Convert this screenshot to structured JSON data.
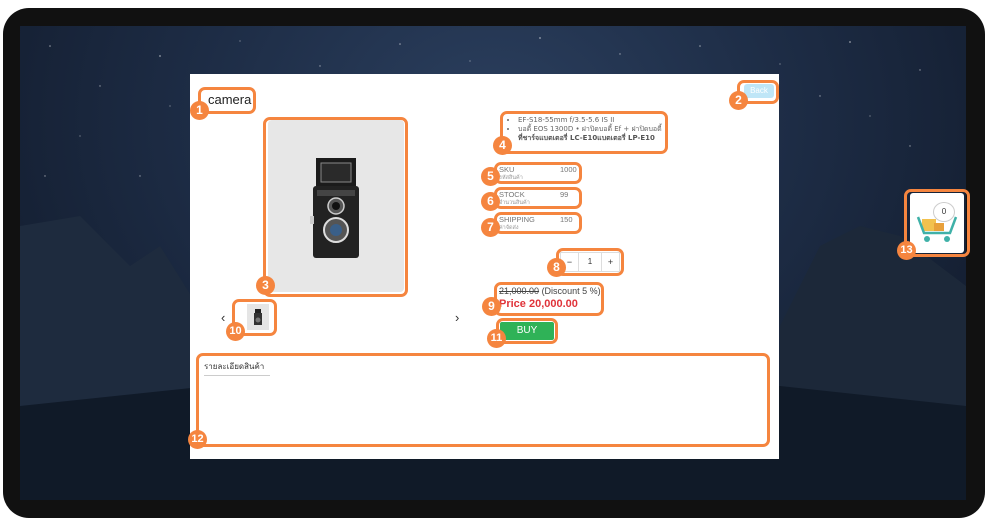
{
  "product": {
    "title": "camera",
    "back_label": "Back",
    "specs": [
      "EF-S18-55mm f/3.5-5.6 IS II",
      "บอดี้ EOS 1300D • ฝาปิดบอดี้ Ef + ฝาปิดบอดี้",
      "ที่ชาร์จแบตเตอรี่ LC-E10แบตเตอรี่ LP-E10"
    ],
    "sku": {
      "label": "SKU",
      "sub": "รหัสสินค้า",
      "value": "1000"
    },
    "stock": {
      "label": "STOCK",
      "sub": "จำนวนสินค้า",
      "value": "99"
    },
    "shipping": {
      "label": "SHIPPING",
      "sub": "ค่าจัดส่ง",
      "value": "150"
    },
    "quantity": {
      "minus": "−",
      "value": "1",
      "plus": "+"
    },
    "old_price": "21,000.00",
    "discount": "(Discount 5 %)",
    "price": "Price 20,000.00",
    "buy_label": "BUY",
    "description_title": "รายละเอียดสินค้า",
    "prev_arrow": "‹",
    "next_arrow": "›"
  },
  "cart": {
    "count": "0",
    "icon": "cart-icon"
  },
  "callouts": [
    "1",
    "2",
    "3",
    "4",
    "5",
    "6",
    "7",
    "8",
    "9",
    "10",
    "11",
    "12",
    "13"
  ],
  "colors": {
    "accent": "#f5853f",
    "buy": "#2fb257",
    "price": "#e0333a",
    "back": "#bfe6f7"
  }
}
